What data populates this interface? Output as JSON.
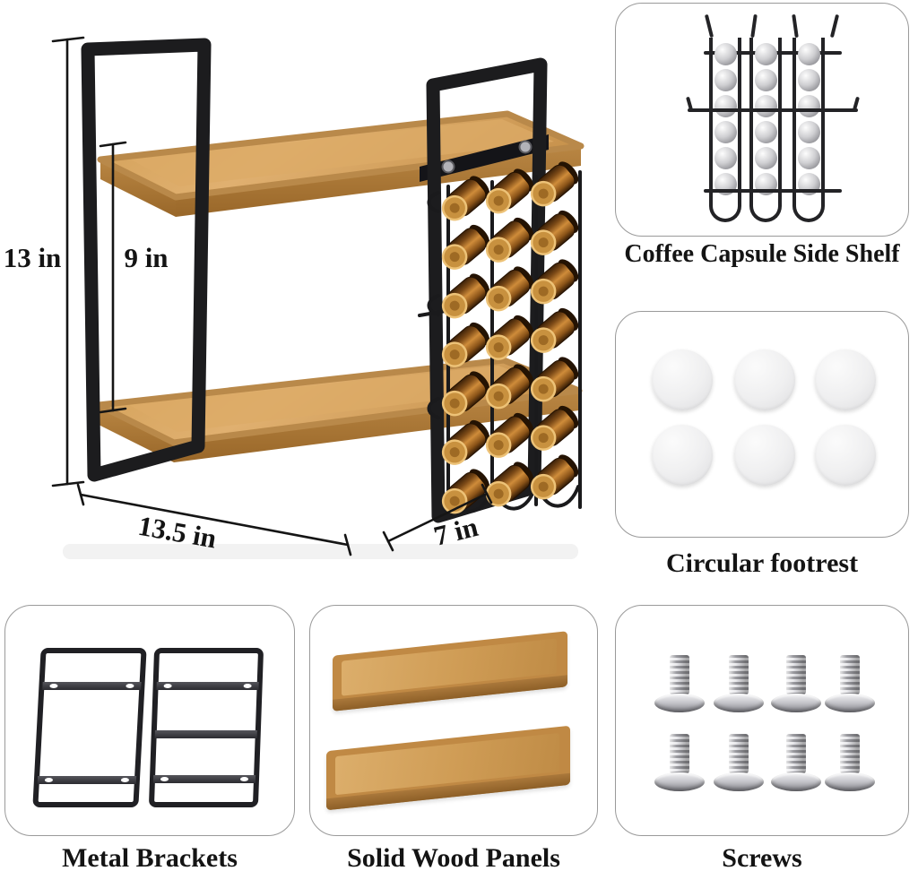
{
  "product": {
    "name": "two-tier wood and metal shelf rack with coffee capsule holder",
    "dimensions": {
      "total_height": "13 in",
      "shelf_spacing": "9 in",
      "width": "13.5 in",
      "depth": "7 in"
    },
    "capsule_rack": {
      "columns": 3,
      "rows": 7,
      "capsule_count": 21
    }
  },
  "components": [
    {
      "label": "Coffee Capsule Side Shelf",
      "columns": 3,
      "capsules_per_column": 6
    },
    {
      "label": "Circular footrest",
      "count": 6
    },
    {
      "label": "Metal Brackets",
      "count": 2
    },
    {
      "label": "Solid Wood Panels",
      "count": 2
    },
    {
      "label": "Screws",
      "count": 8
    }
  ],
  "colors": {
    "frame_black": "#1c1c1e",
    "wood_light": "#dcab67",
    "wood_dark": "#9c6a2c",
    "capsule_copper": "#c98332",
    "panel_border": "#9a9a9a",
    "text": "#141414",
    "background": "#ffffff"
  }
}
